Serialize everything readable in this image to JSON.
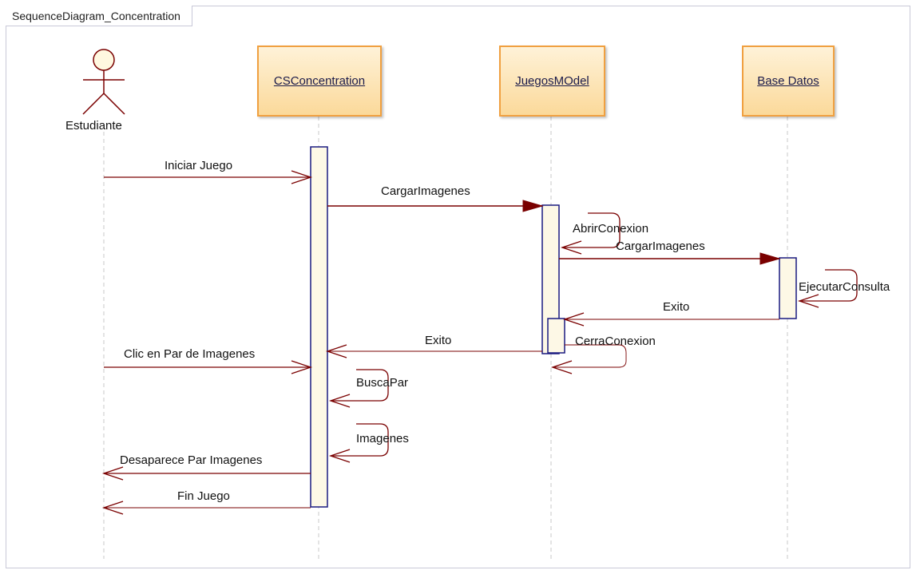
{
  "diagram": {
    "frame_title": "SequenceDiagram_Concentration",
    "colors": {
      "message": "#7a0000",
      "lifeline_dash": "#c8c8c8",
      "activation_border": "#1a1a80",
      "activation_fill": "#fdf8e6",
      "box_border": "#f0a040",
      "box_fill": "#fbd99a"
    },
    "actor": {
      "name": "Estudiante"
    },
    "objects": [
      {
        "name": "CSConcentration"
      },
      {
        "name": "JuegosMOdel"
      },
      {
        "name": "Base Datos"
      }
    ],
    "messages": [
      {
        "label": "Iniciar Juego",
        "from": "Estudiante",
        "to": "CSConcentration",
        "kind": "call"
      },
      {
        "label": "CargarImagenes",
        "from": "CSConcentration",
        "to": "JuegosMOdel",
        "kind": "call"
      },
      {
        "label": "AbrirConexion",
        "from": "JuegosMOdel",
        "to": "JuegosMOdel",
        "kind": "self"
      },
      {
        "label": "CargarImagenes",
        "from": "JuegosMOdel",
        "to": "Base Datos",
        "kind": "call"
      },
      {
        "label": "EjecutarConsulta",
        "from": "Base Datos",
        "to": "Base Datos",
        "kind": "self"
      },
      {
        "label": "Exito",
        "from": "Base Datos",
        "to": "JuegosMOdel",
        "kind": "return"
      },
      {
        "label": "Exito",
        "from": "JuegosMOdel",
        "to": "CSConcentration",
        "kind": "return"
      },
      {
        "label": "CerraConexion",
        "from": "JuegosMOdel",
        "to": "JuegosMOdel",
        "kind": "self"
      },
      {
        "label": "Clic en Par de Imagenes",
        "from": "Estudiante",
        "to": "CSConcentration",
        "kind": "call"
      },
      {
        "label": "BuscaPar",
        "from": "CSConcentration",
        "to": "CSConcentration",
        "kind": "self"
      },
      {
        "label": "Imagenes",
        "from": "CSConcentration",
        "to": "CSConcentration",
        "kind": "self"
      },
      {
        "label": "Desaparece Par Imagenes",
        "from": "CSConcentration",
        "to": "Estudiante",
        "kind": "return"
      },
      {
        "label": "Fin Juego",
        "from": "CSConcentration",
        "to": "Estudiante",
        "kind": "return"
      }
    ]
  }
}
